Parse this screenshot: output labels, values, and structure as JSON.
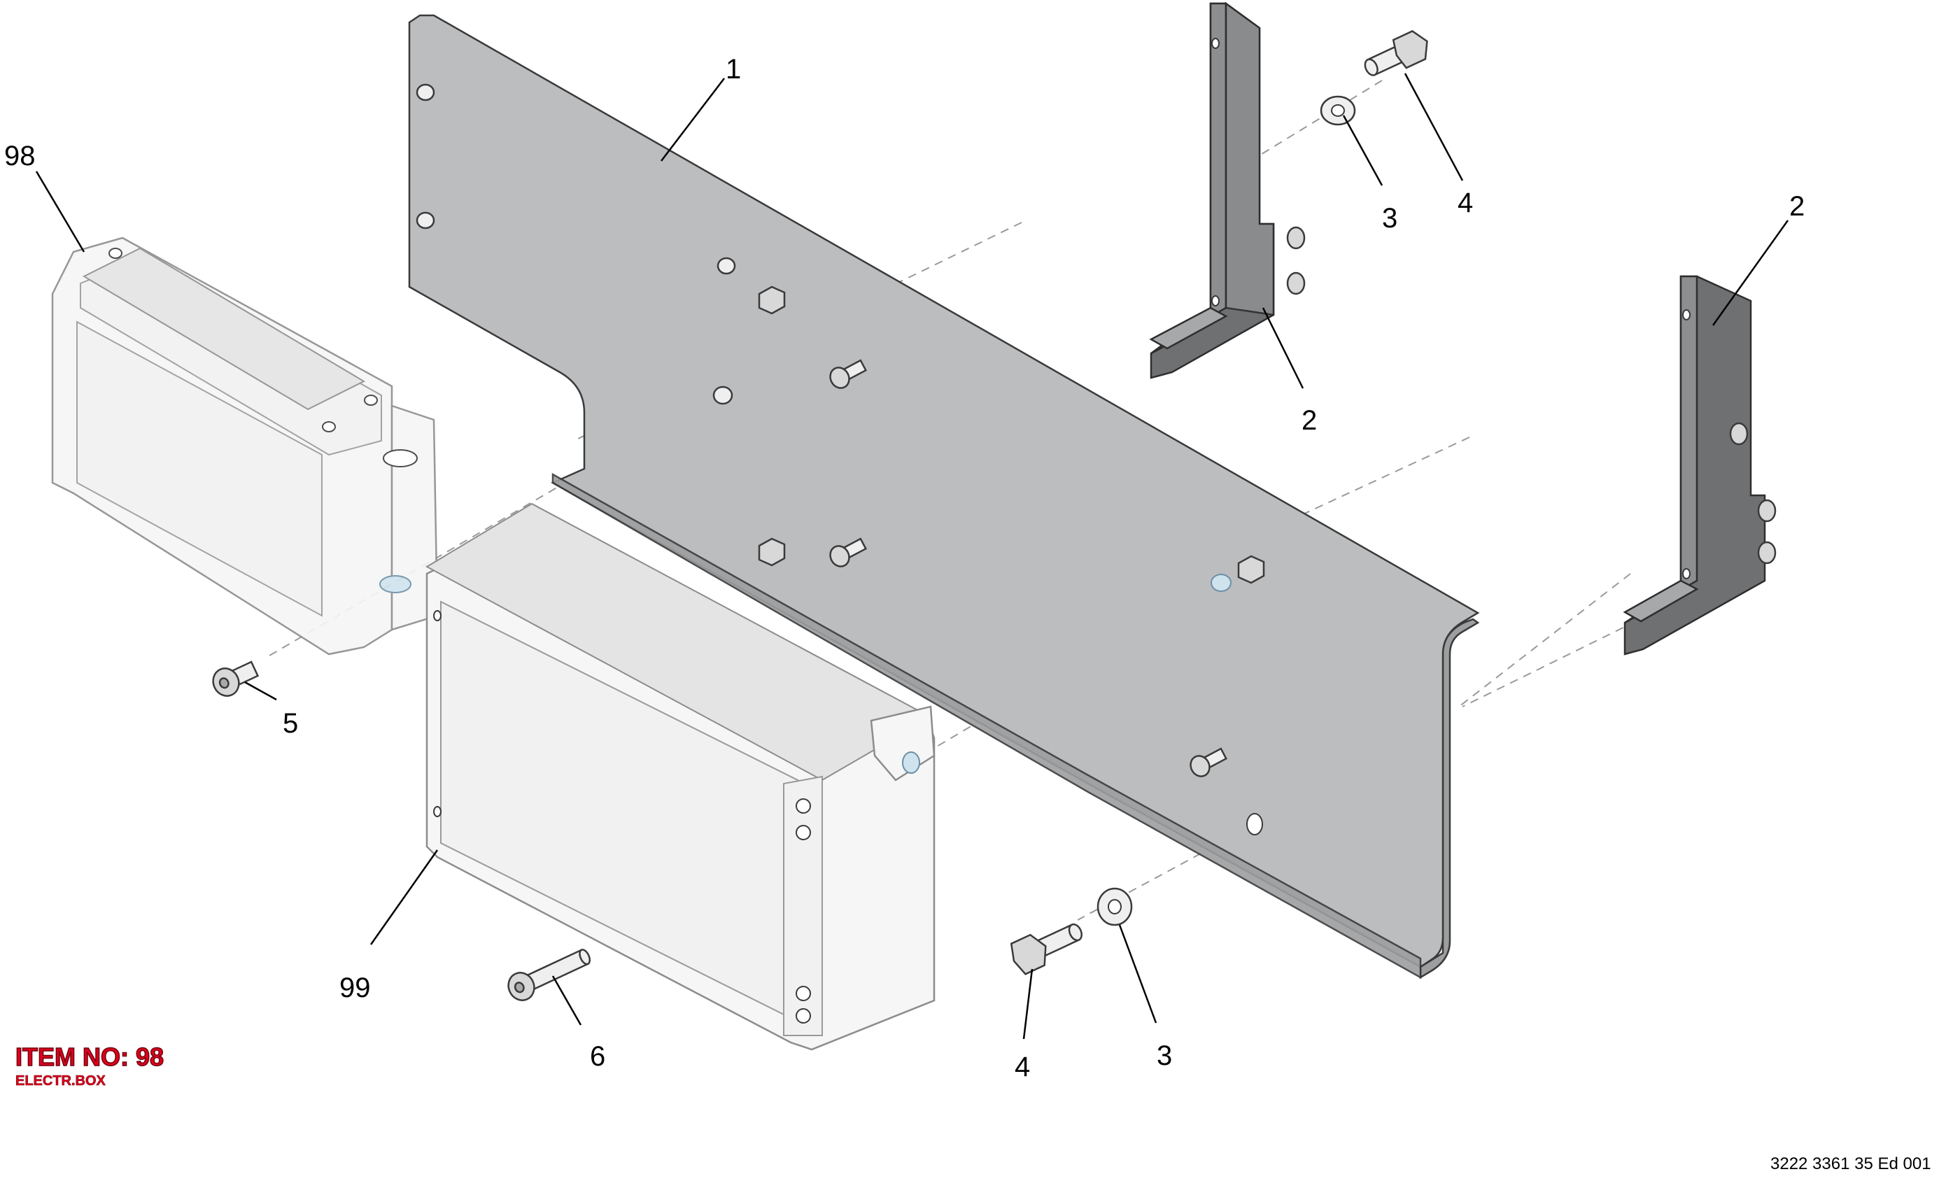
{
  "callouts": {
    "c1": "1",
    "c2a": "2",
    "c2b": "2",
    "c3a": "3",
    "c3b": "3",
    "c4a": "4",
    "c4b": "4",
    "c5": "5",
    "c6": "6",
    "c98": "98",
    "c99": "99"
  },
  "item": {
    "title": "ITEM NO: 98",
    "subtitle": "ELECTR.BOX"
  },
  "doc_number": "3222 3361 35 Ed 001",
  "colors": {
    "item_label": "#e0001b",
    "plate": "#bcbdbf",
    "bracket": "#8d8e90"
  }
}
